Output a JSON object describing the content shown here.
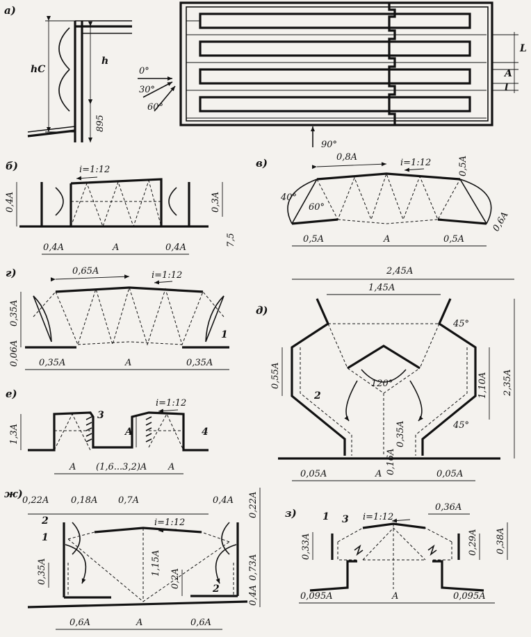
{
  "panel_a": {
    "label": "а)",
    "hc": "hC",
    "h": "h",
    "dim_895": "895",
    "angle_0": "0°",
    "angle_30": "30°",
    "angle_60": "60°",
    "angle_90": "90°",
    "L": "L",
    "A": "A",
    "l": "l"
  },
  "panel_b": {
    "label": "б)",
    "slope": "i=1:12",
    "h_left": "0,4A",
    "h_right": "0,3A",
    "dim_75": "7,5",
    "w_left": "0,4A",
    "w_mid": "A",
    "w_right": "0,4A"
  },
  "panel_v": {
    "label": "в)",
    "top": "0,8A",
    "slope": "i=1:12",
    "h_right": "0,5A",
    "angle_40": "40°",
    "angle_60": "60°",
    "side": "0,6A",
    "w_left": "0,5A",
    "w_mid": "A",
    "w_right": "0,5A"
  },
  "panel_g": {
    "label": "г)",
    "top": "0,65A",
    "slope": "i=1:12",
    "h_left": "0,35A",
    "h_base": "0,06A",
    "item_1": "1",
    "w_left": "0,35A",
    "w_mid": "A",
    "w_right": "0,35A"
  },
  "panel_d": {
    "label": "д)",
    "total": "2,45A",
    "top": "1,45A",
    "angle_45_top": "45°",
    "h_left": "0,55A",
    "h_right_in": "1,10A",
    "h_right_total": "2,35A",
    "angle_120": "120°",
    "item_2": "2",
    "h_035": "0,35A",
    "h_016": "0,16A",
    "angle_45_bot": "45°",
    "w_left": "0,05A",
    "w_mid": "A",
    "w_right": "0,05A"
  },
  "panel_e": {
    "label": "е)",
    "slope": "i=1:12",
    "item_3": "3",
    "item_4": "4",
    "h_left": "1,3A",
    "A_inner": "A",
    "w_left": "A",
    "w_mid": "(1,6...3,2)A",
    "w_right": "A"
  },
  "panel_zh": {
    "label": "ж)",
    "top_022": "0,22A",
    "top_018": "0,18A",
    "top_07": "0,7A",
    "top_04": "0,4A",
    "slope": "i=1:12",
    "item_2a": "2",
    "item_1": "1",
    "item_2b": "2",
    "h_035": "0,35A",
    "h_115": "1,15A",
    "h_02": "0,2A",
    "r_022": "0,22A",
    "r_073": "0,73A",
    "r_04": "0,4A",
    "w_left": "0,6A",
    "w_mid": "A",
    "w_right": "0,6A"
  },
  "panel_z": {
    "label": "з)",
    "slope": "i=1:12",
    "top_036": "0,36A",
    "item_1": "1",
    "item_3": "3",
    "h_033": "0,33A",
    "h_029": "0,29A",
    "h_038": "0,38A",
    "w_left": "0,095A",
    "w_mid": "A",
    "w_right": "0,095A"
  }
}
